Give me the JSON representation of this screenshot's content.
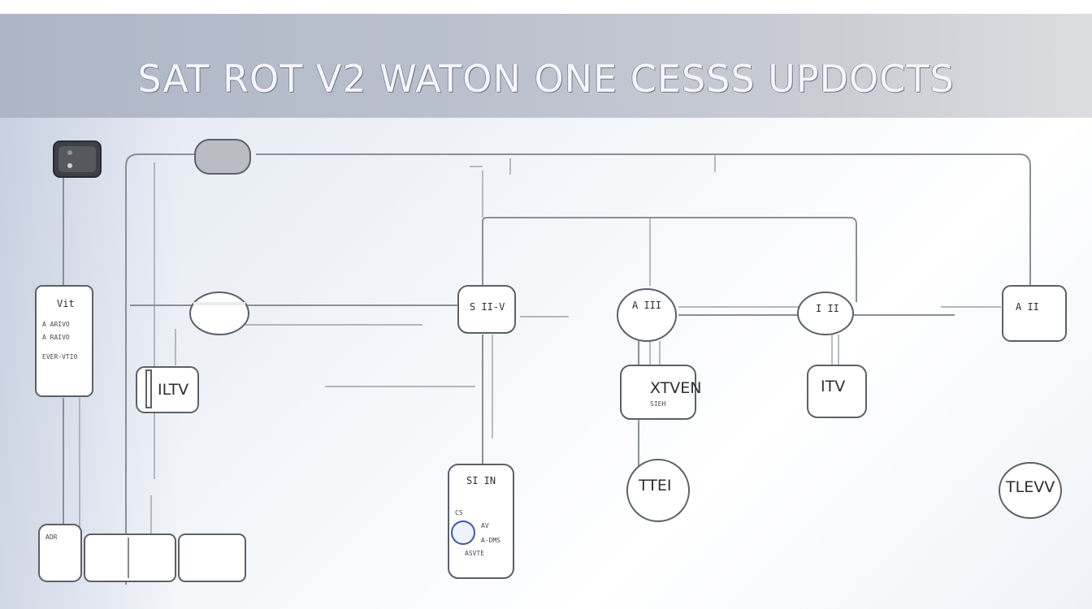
{
  "title": "SAT ROT V2 WATON ONE CESSS UPDOCTS",
  "nodes": {
    "router": {
      "label": ""
    },
    "left_panel": {
      "line1": "Vit",
      "line2": "A ARIVO",
      "line3": "A RAIVO",
      "line4": "EVER-VTIO"
    },
    "hub_left": {
      "label": ""
    },
    "mid_top": {
      "label": "S II-V"
    },
    "center_a": {
      "label": "A III"
    },
    "right_a": {
      "label": "I II"
    },
    "far_right": {
      "label": "A II"
    },
    "xtven": {
      "label": "XTVEN",
      "sub": "SIEH"
    },
    "itv": {
      "label": "ITV"
    },
    "iltv": {
      "label": "ILTV"
    },
    "ttei": {
      "label": "TTEI"
    },
    "tlevv": {
      "label": "TLEVV"
    },
    "bottom_card": {
      "line1": "SI IN",
      "line2": "CS",
      "line3": "AV",
      "line4": "A-DMS",
      "line5": "ASVTE"
    },
    "bottom_left": {
      "label": "ADR"
    }
  }
}
